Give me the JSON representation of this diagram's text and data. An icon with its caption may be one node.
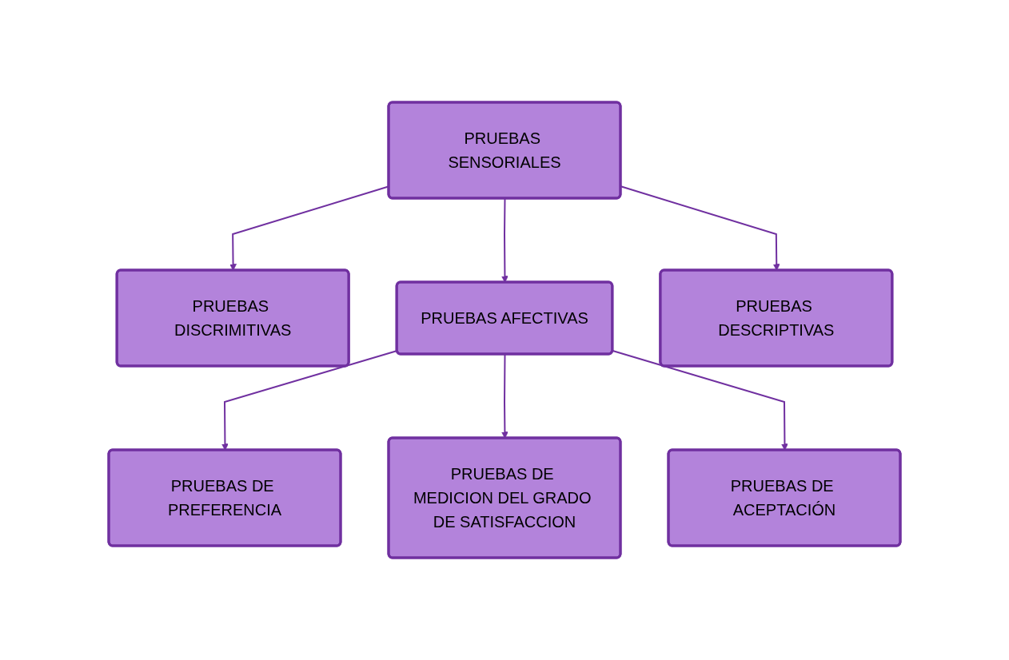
{
  "diagram": {
    "nodes": [
      {
        "text": [
          "PRUEBAS SENSORIALES"
        ]
      },
      {
        "text": [
          "PRUEBAS DISCRIMITIVAS"
        ]
      },
      {
        "text": [
          "PRUEBAS AFECTIVAS"
        ]
      },
      {
        "text": [
          "PRUEBAS DESCRIPTIVAS"
        ]
      },
      {
        "text": [
          "PRUEBAS DE PREFERENCIA"
        ]
      },
      {
        "text": [
          "PRUEBAS DE MEDICION DEL GRADO DE SATISFACCION"
        ]
      },
      {
        "text": [
          "PRUEBAS DE ACEPTACIÓN"
        ]
      }
    ],
    "edges": [
      {
        "from": 0,
        "to": 1,
        "arrow": "to"
      },
      {
        "from": 0,
        "to": 2,
        "arrow": "to"
      },
      {
        "from": 0,
        "to": 3,
        "arrow": "to"
      },
      {
        "from": 2,
        "to": 4,
        "arrow": "to"
      },
      {
        "from": 2,
        "to": 5,
        "arrow": "to"
      },
      {
        "from": 2,
        "to": 6,
        "arrow": "to"
      }
    ]
  }
}
